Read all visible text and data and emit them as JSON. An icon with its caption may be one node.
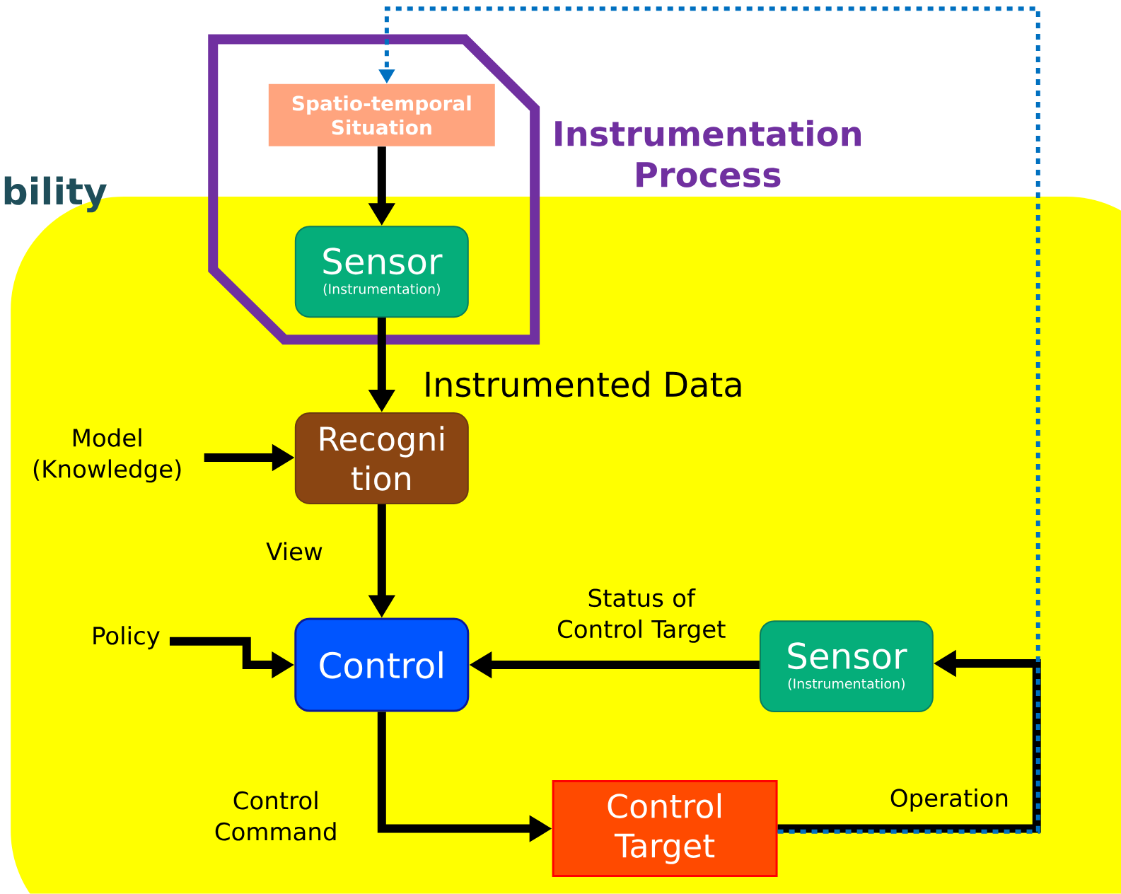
{
  "diagram": {
    "nodes": [
      {
        "text": [
          "Instrumentation Process"
        ]
      },
      {
        "text": [
          "Spatio-temporal Situation"
        ],
        "in": 0
      },
      {
        "text": [
          "Sensor",
          "(Instrumentation)"
        ],
        "in": 0
      },
      {
        "text": [
          "Recogni tion"
        ]
      },
      {
        "text": [
          "Model (Knowledge)"
        ]
      },
      {
        "text": [
          "Policy"
        ]
      },
      {
        "text": [
          "Control"
        ]
      },
      {
        "text": [
          "Sensor",
          "(Instrumentation)"
        ]
      },
      {
        "text": [
          "Control Target"
        ]
      }
    ],
    "edges": [
      {
        "from": 1,
        "to": 2,
        "arrow": "to"
      },
      {
        "from": 2,
        "to": 3,
        "arrow": "to",
        "label": "Instrumented Data"
      },
      {
        "from": 4,
        "to": 3,
        "arrow": "to"
      },
      {
        "from": 3,
        "to": 6,
        "arrow": "to",
        "label": "View"
      },
      {
        "from": 5,
        "to": 6,
        "arrow": "to"
      },
      {
        "from": 7,
        "to": 6,
        "arrow": "to",
        "label": "Status of Control Target"
      },
      {
        "from": 6,
        "to": 8,
        "arrow": "to",
        "label": "Control Command"
      },
      {
        "from": 8,
        "to": 7,
        "arrow": "to",
        "label": "Operation"
      },
      {
        "from": 8,
        "to": 1,
        "arrow": "to",
        "style": "dashed",
        "color": "#0070c0"
      }
    ],
    "labels": [
      "bility"
    ]
  }
}
